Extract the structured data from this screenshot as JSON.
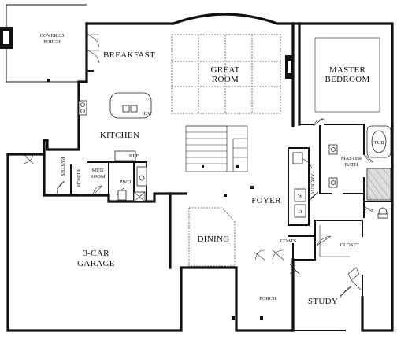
{
  "rooms": {
    "covered_porch": [
      "COVERED",
      "PORCH"
    ],
    "breakfast": "BREAKFAST",
    "great_room": [
      "GREAT",
      "ROOM"
    ],
    "master_bedroom": [
      "MASTER",
      "BEDROOM"
    ],
    "kitchen": "KITCHEN",
    "dw": "DW",
    "ref": "REF",
    "pantry": "PANTRY",
    "bench": "BENCH",
    "mud_room": [
      "MUD",
      "ROOM"
    ],
    "pwd": "PWD",
    "master_bath": [
      "MASTER",
      "BATH"
    ],
    "tub": "TUB",
    "laundry": "LAUNDRY",
    "washer": "W",
    "dryer": "D",
    "foyer": "FOYER",
    "garage": [
      "3-CAR",
      "GARAGE"
    ],
    "dining": "DINING",
    "coats": "COATS",
    "closet": "CLOSET",
    "porch": "PORCH",
    "study": "STUDY"
  }
}
